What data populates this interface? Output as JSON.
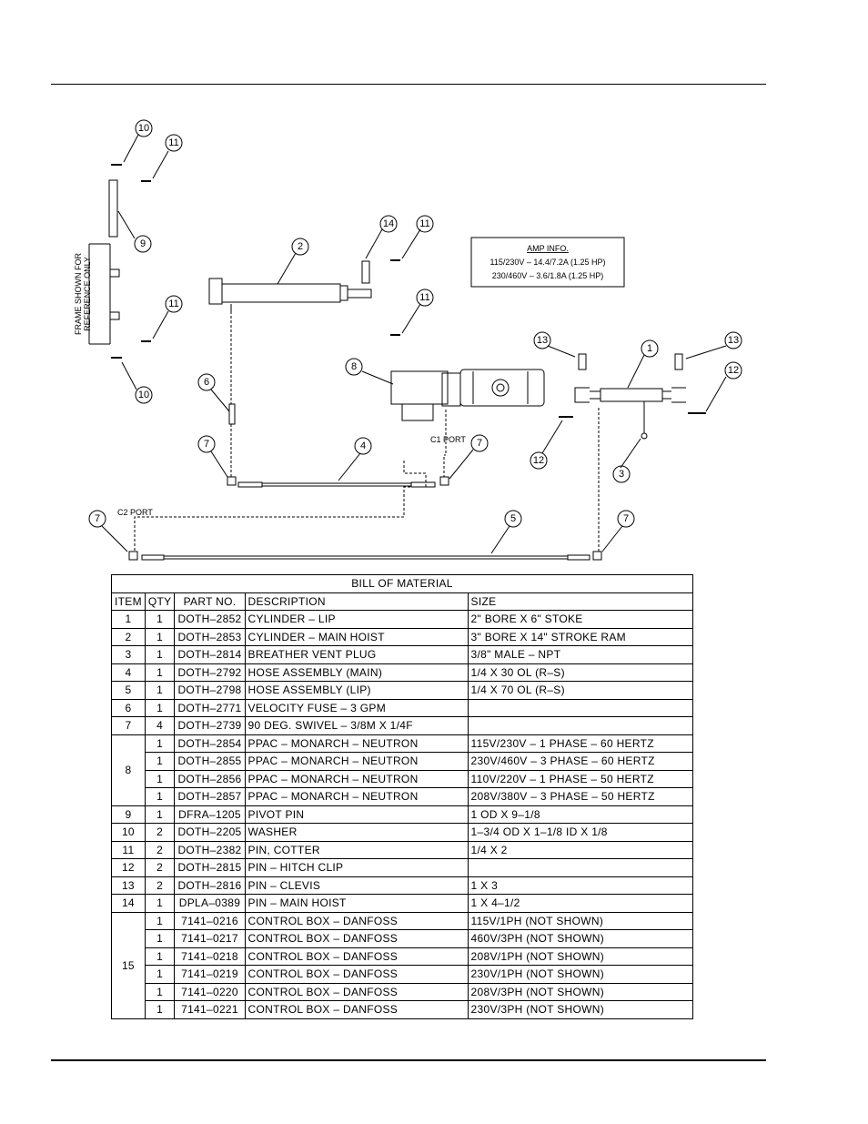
{
  "diagram": {
    "amp_info": {
      "title": "AMP INFO.",
      "line1": "115/230V – 14.4/7.2A (1.25 HP)",
      "line2": "230/460V – 3.6/1.8A (1.25 HP)"
    },
    "frame_note_line1": "FRAME SHOWN FOR",
    "frame_note_line2": "REFERENCE ONLY",
    "c1_port": "C1 PORT",
    "c2_port": "C2 PORT",
    "callouts": [
      "10",
      "11",
      "9",
      "14",
      "11",
      "2",
      "11",
      "11",
      "10",
      "8",
      "13",
      "1",
      "13",
      "12",
      "6",
      "4",
      "7",
      "7",
      "12",
      "3",
      "7",
      "5",
      "7"
    ]
  },
  "bom": {
    "title": "BILL OF MATERIAL",
    "headers": [
      "ITEM",
      "QTY",
      "PART NO.",
      "DESCRIPTION",
      "SIZE"
    ],
    "rows": [
      [
        "1",
        "1",
        "DOTH–2852",
        "CYLINDER – LIP",
        "2\" BORE X 6\" STOKE"
      ],
      [
        "2",
        "1",
        "DOTH–2853",
        "CYLINDER – MAIN HOIST",
        "3\" BORE X 14\" STROKE RAM"
      ],
      [
        "3",
        "1",
        "DOTH–2814",
        "BREATHER VENT PLUG",
        "3/8\" MALE – NPT"
      ],
      [
        "4",
        "1",
        "DOTH–2792",
        "HOSE ASSEMBLY (MAIN)",
        "1/4 X 30 OL (R–S)"
      ],
      [
        "5",
        "1",
        "DOTH–2798",
        "HOSE ASSEMBLY (LIP)",
        "1/4 X 70 OL (R–S)"
      ],
      [
        "6",
        "1",
        "DOTH–2771",
        "VELOCITY FUSE – 3 GPM",
        ""
      ],
      [
        "7",
        "4",
        "DOTH–2739",
        "90 DEG. SWIVEL – 3/8M X 1/4F",
        ""
      ],
      [
        "8",
        "1",
        "DOTH–2854",
        "PPAC – MONARCH – NEUTRON",
        "115V/230V – 1 PHASE – 60 HERTZ"
      ],
      [
        "",
        "1",
        "DOTH–2855",
        "PPAC – MONARCH – NEUTRON",
        "230V/460V – 3 PHASE – 60 HERTZ"
      ],
      [
        "",
        "1",
        "DOTH–2856",
        "PPAC – MONARCH – NEUTRON",
        "110V/220V – 1 PHASE – 50 HERTZ"
      ],
      [
        "",
        "1",
        "DOTH–2857",
        "PPAC – MONARCH – NEUTRON",
        "208V/380V – 3 PHASE – 50 HERTZ"
      ],
      [
        "9",
        "1",
        "DFRA–1205",
        "PIVOT PIN",
        "1 OD X 9–1/8"
      ],
      [
        "10",
        "2",
        "DOTH–2205",
        "WASHER",
        "1–3/4 OD X 1–1/8 ID X 1/8"
      ],
      [
        "11",
        "2",
        "DOTH–2382",
        "PIN, COTTER",
        "1/4 X 2"
      ],
      [
        "12",
        "2",
        "DOTH–2815",
        "PIN – HITCH CLIP",
        ""
      ],
      [
        "13",
        "2",
        "DOTH–2816",
        "PIN – CLEVIS",
        "1 X 3"
      ],
      [
        "14",
        "1",
        "DPLA–0389",
        "PIN – MAIN HOIST",
        "1 X 4–1/2"
      ],
      [
        "15",
        "1",
        "7141–0216",
        "CONTROL BOX – DANFOSS",
        "115V/1PH (NOT SHOWN)"
      ],
      [
        "",
        "1",
        "7141–0217",
        "CONTROL BOX – DANFOSS",
        "460V/3PH (NOT SHOWN)"
      ],
      [
        "",
        "1",
        "7141–0218",
        "CONTROL BOX – DANFOSS",
        "208V/1PH (NOT SHOWN)"
      ],
      [
        "",
        "1",
        "7141–0219",
        "CONTROL BOX – DANFOSS",
        "230V/1PH (NOT SHOWN)"
      ],
      [
        "",
        "1",
        "7141–0220",
        "CONTROL BOX – DANFOSS",
        "208V/3PH (NOT SHOWN)"
      ],
      [
        "",
        "1",
        "7141–0221",
        "CONTROL BOX – DANFOSS",
        "230V/3PH (NOT SHOWN)"
      ]
    ]
  }
}
